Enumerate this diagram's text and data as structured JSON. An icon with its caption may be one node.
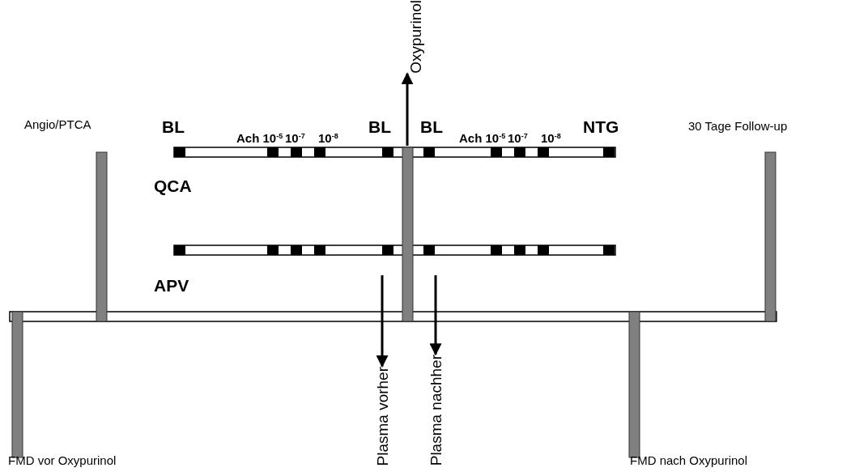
{
  "diagram": {
    "nodes": [
      {
        "text": [
          "Oxypurinol"
        ]
      },
      {
        "text": [
          "Plasma vorher"
        ]
      },
      {
        "text": [
          "Plasma nachher"
        ]
      },
      {
        "text": [],
        "shape": "picture"
      }
    ],
    "edges": [
      {
        "from": 3,
        "to": 0,
        "arrow": "to"
      },
      {
        "from": 3,
        "to": 1,
        "arrow": "to"
      },
      {
        "from": 3,
        "to": 2,
        "arrow": "to"
      }
    ],
    "labels": [
      "Angio/PTCA",
      "BL",
      "Ach 10$^{-5}$",
      "10$^{-7}$",
      "10$^{-8}$",
      "BL",
      "BL",
      "Ach 10$^{-5}$",
      "10$^{-7}$",
      "10$^{-8}$",
      "NTG",
      "30 Tage Follow-up",
      "QCA",
      "APV",
      "FMD vor Oxypurinol",
      "FMD nach Oxypurinol"
    ]
  }
}
